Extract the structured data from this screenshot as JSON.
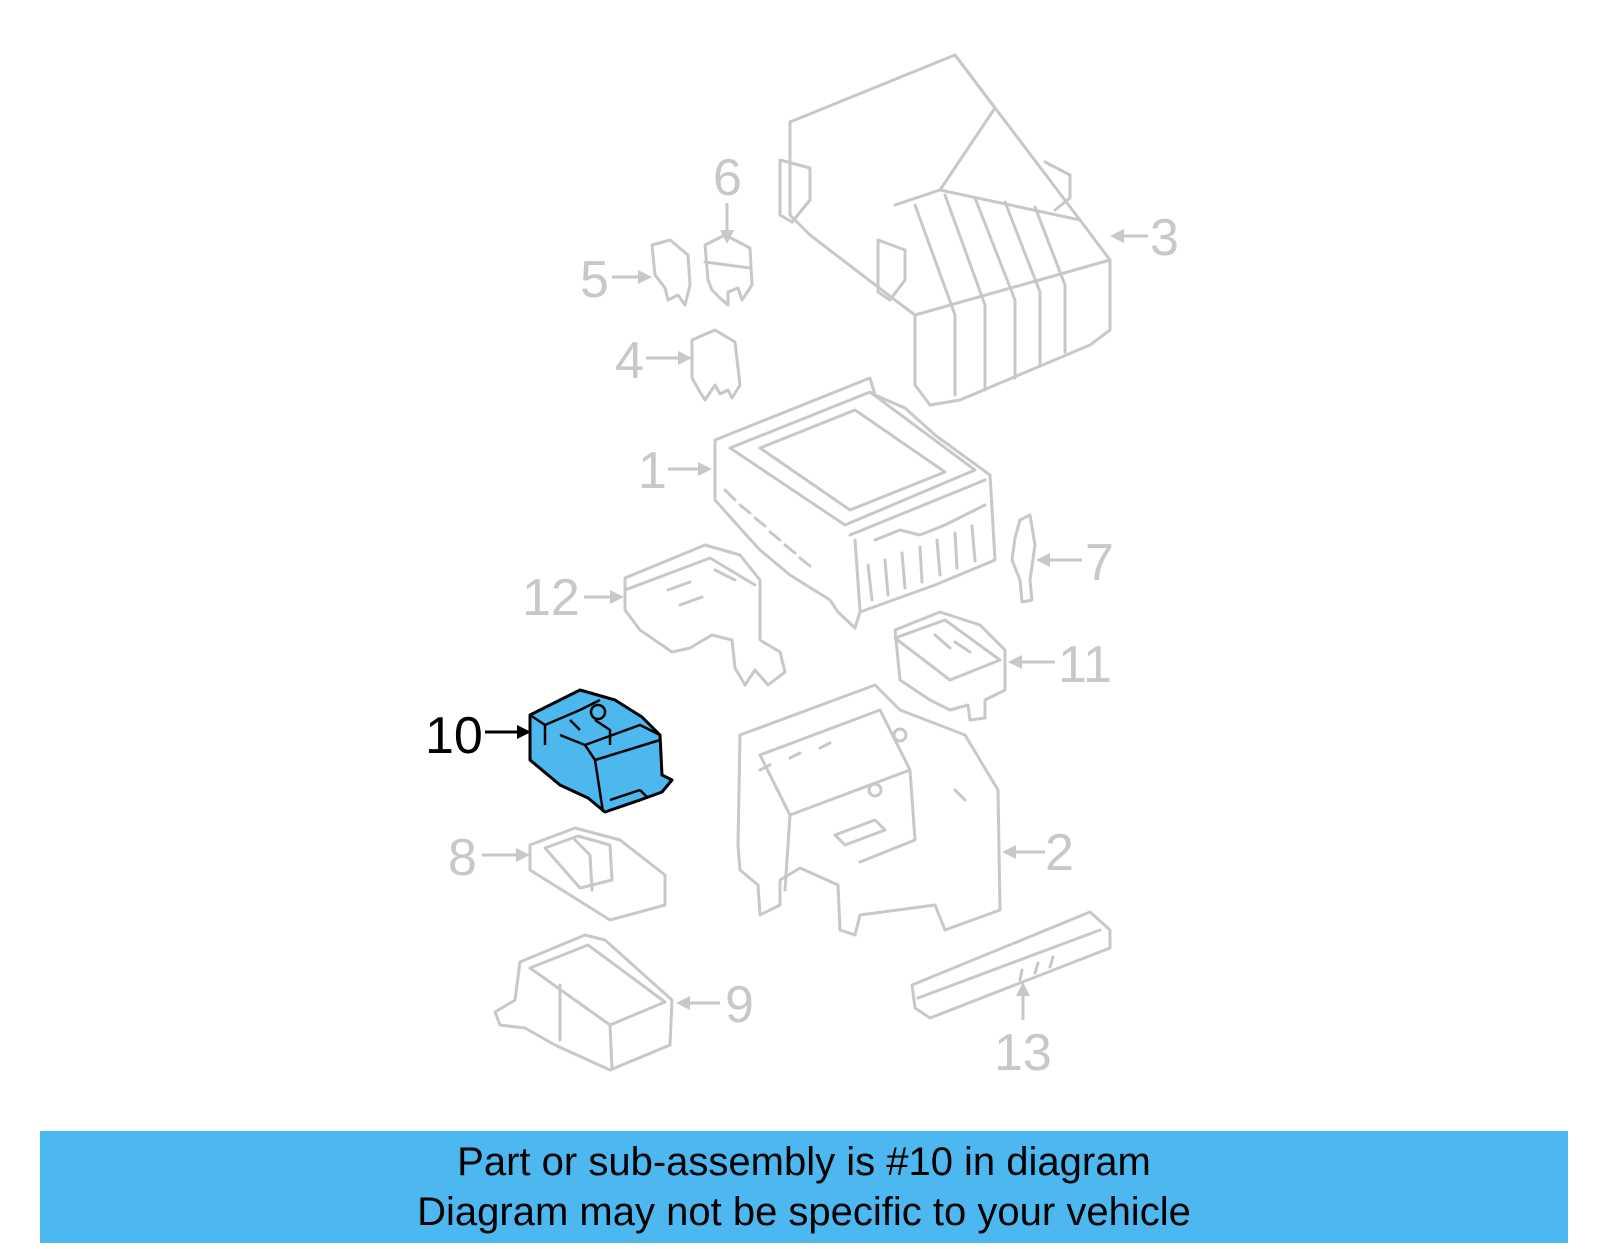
{
  "diagram": {
    "highlighted_part": "10",
    "callouts": {
      "c1": "1",
      "c2": "2",
      "c3": "3",
      "c4": "4",
      "c5": "5",
      "c6": "6",
      "c7": "7",
      "c8": "8",
      "c9": "9",
      "c10": "10",
      "c11": "11",
      "c12": "12",
      "c13": "13"
    },
    "colors": {
      "highlight_fill": "#4db8ee",
      "inactive_stroke": "#c8c8c8",
      "banner": "#4db8f0"
    }
  },
  "banner": {
    "line1": "Part or sub-assembly is #10 in diagram",
    "line2": "Diagram may not be specific to your vehicle"
  }
}
